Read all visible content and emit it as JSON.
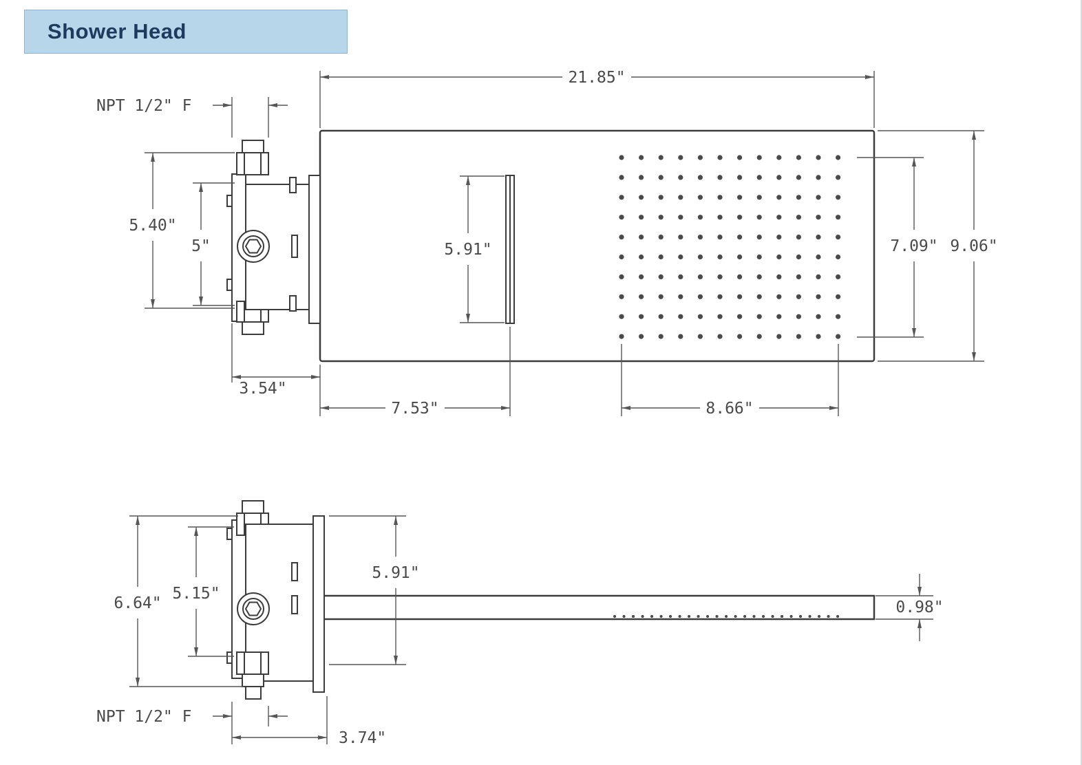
{
  "title": "Shower Head",
  "colors": {
    "page_bg": "#ffffff",
    "title_bg": "#b8d6ea",
    "title_border": "#8fb4d3",
    "title_text": "#1d3b5d",
    "draw_line": "#3c3c3c",
    "dim_line": "#555555",
    "dim_text": "#4a4a4a",
    "nozzle": "#4a4a4a"
  },
  "top_view": {
    "labels": {
      "overall_width": "21.85\"",
      "npt": "NPT 1/2\" F",
      "mount_height": "5.40\"",
      "mount_inner_height": "5\"",
      "mount_depth": "3.54\"",
      "slot_length": "5.91\"",
      "slot_offset": "7.53\"",
      "nozzle_field_width": "8.66\"",
      "nozzle_field_height": "7.09\"",
      "head_width": "9.06\""
    },
    "nozzle_grid": {
      "rows": 10,
      "cols": 12
    }
  },
  "side_view": {
    "labels": {
      "mount_height": "6.64\"",
      "mount_inner_height": "5.15\"",
      "plate_height": "5.91\"",
      "head_thickness": "0.98\"",
      "mount_depth": "3.74\"",
      "npt": "NPT 1/2\" F"
    }
  }
}
